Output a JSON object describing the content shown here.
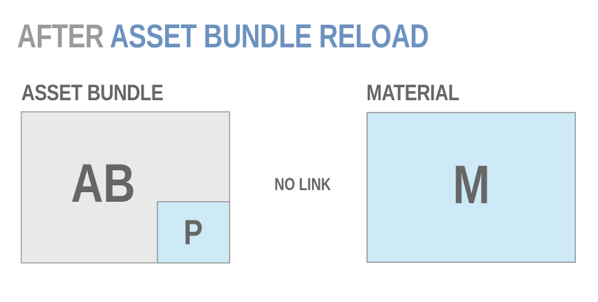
{
  "title": {
    "prefix": "AFTER ",
    "main": "ASSET BUNDLE RELOAD"
  },
  "asset_bundle": {
    "label": "ASSET BUNDLE",
    "letter": "AB",
    "prefab_letter": "P"
  },
  "material": {
    "label": "MATERIAL",
    "letter": "M"
  },
  "relation": {
    "label": "NO LINK"
  },
  "colors": {
    "title_prefix": "#9a9a9a",
    "title_main": "#6c92bf",
    "label_text": "#666666",
    "letter_color": "#666666",
    "gray_box_fill": "#e9e9e9",
    "gray_box_border": "#b2b2b2",
    "blue_box_fill": "#cdeaf6",
    "blue_box_border": "#a6a9ab"
  }
}
